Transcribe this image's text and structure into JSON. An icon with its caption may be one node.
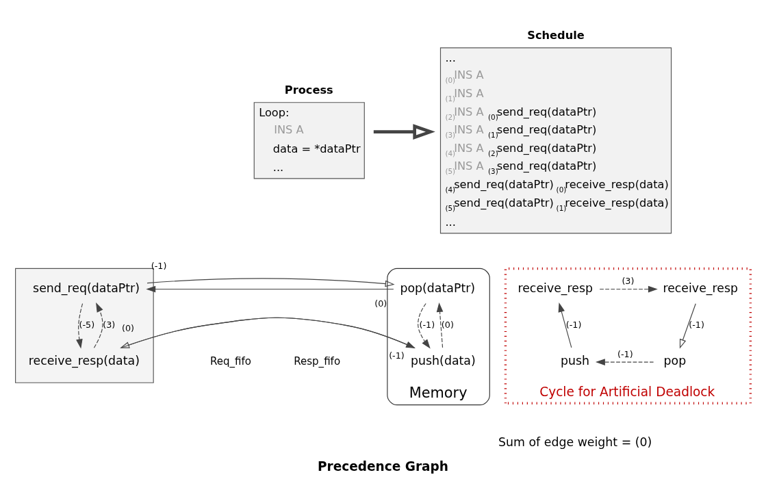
{
  "diagram": {
    "caption": "Precedence Graph",
    "nodes": [
      {
        "text": [
          "Process",
          "Loop:",
          "INS A",
          "data = *dataPtr",
          "..."
        ]
      },
      {
        "text": [
          "Schedule",
          "...",
          "$_{(0)}$INS A",
          "$_{(1)}$INS A",
          "$_{(2)}$INS A $_{(0)}$send_req(dataPtr)",
          "$_{(3)}$INS A $_{(1)}$send_req(dataPtr)",
          "$_{(4)}$INS A $_{(2)}$send_req(dataPtr)",
          "$_{(5)}$INS A $_{(3)}$send_req(dataPtr)",
          "$_{(4)}$send_req(dataPtr) $_{(0)}$receive_resp(data)",
          "$_{(5)}$send_req(dataPtr) $_{(1)}$receive_resp(data)",
          "..."
        ]
      },
      {
        "text": [],
        "shape": "box"
      },
      {
        "text": [
          "send_req(dataPtr)"
        ],
        "in": 2
      },
      {
        "text": [
          "receive_resp(data)"
        ],
        "in": 2
      },
      {
        "text": [
          "Memory"
        ]
      },
      {
        "text": [
          "pop(dataPtr)"
        ],
        "in": 5
      },
      {
        "text": [
          "push(data)"
        ],
        "in": 5
      },
      {
        "text": [
          "Cycle for Artificial Deadlock"
        ]
      },
      {
        "text": [
          "receive_resp"
        ],
        "in": 8
      },
      {
        "text": [
          "receive_resp"
        ],
        "in": 8
      },
      {
        "text": [
          "push"
        ],
        "in": 8
      },
      {
        "text": [
          "pop"
        ],
        "in": 8
      }
    ],
    "edges": [
      {
        "from": 0,
        "to": 1,
        "arrow": "to",
        "style": "thick"
      },
      {
        "from": 6,
        "to": 3,
        "arrow": "to",
        "label": "(0)"
      },
      {
        "from": 3,
        "to": 6,
        "arrow": "to",
        "label": "(-1)"
      },
      {
        "from": 7,
        "to": 4,
        "arrow": "to",
        "label": "(-1)"
      },
      {
        "from": 4,
        "to": 7,
        "arrow": "to",
        "label": "(0)"
      },
      {
        "from": 4,
        "to": 3,
        "arrow": "to",
        "label": "(3)",
        "style": "dashed"
      },
      {
        "from": 3,
        "to": 4,
        "arrow": "to",
        "label": "(-5)",
        "style": "dashed"
      },
      {
        "from": 6,
        "to": 7,
        "arrow": "to",
        "label": "(-1)",
        "style": "dashed"
      },
      {
        "from": 7,
        "to": 6,
        "arrow": "to",
        "label": "(0)",
        "style": "dashed"
      },
      {
        "from": 9,
        "to": 10,
        "arrow": "to",
        "label": "(3)",
        "style": "dashed"
      },
      {
        "from": 10,
        "to": 12,
        "arrow": "to",
        "label": "(-1)"
      },
      {
        "from": 12,
        "to": 11,
        "arrow": "to",
        "label": "(-1)",
        "style": "dashed"
      },
      {
        "from": 11,
        "to": 9,
        "arrow": "to",
        "label": "(-1)"
      }
    ],
    "labels": [
      "Req_fifo",
      "Resp_fifo",
      "Sum of edge weight = (0)"
    ]
  }
}
